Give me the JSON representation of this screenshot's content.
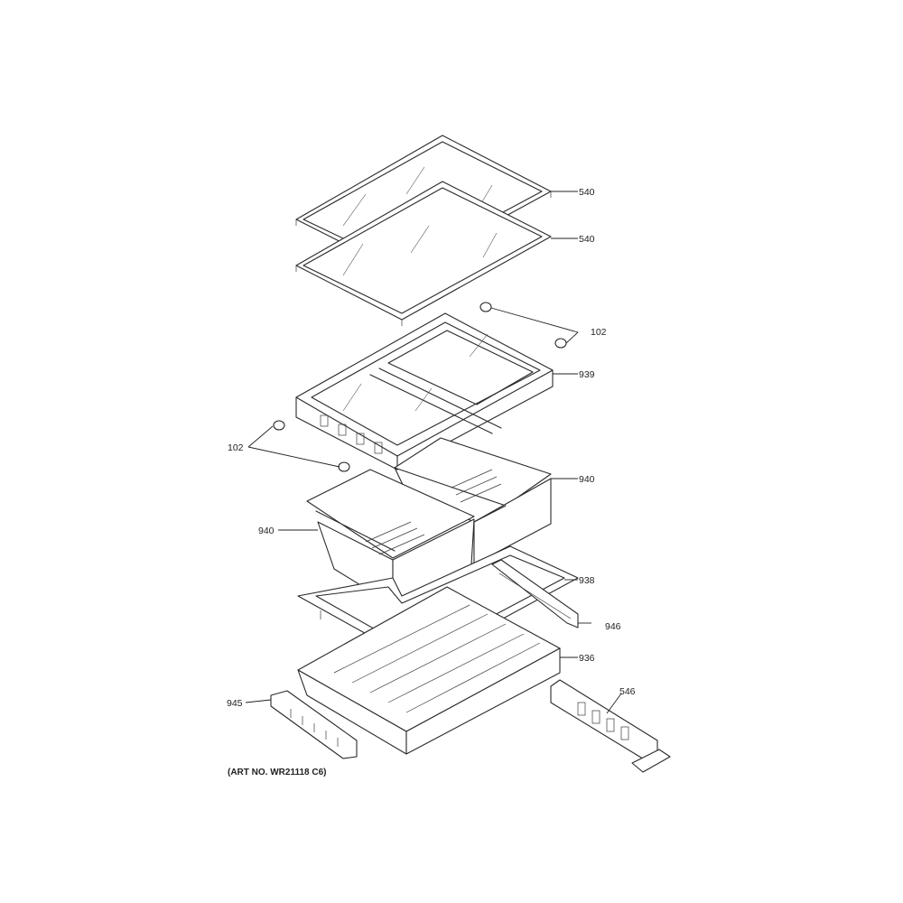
{
  "callouts": [
    {
      "id": "c540a",
      "label": "540"
    },
    {
      "id": "c540b",
      "label": "540"
    },
    {
      "id": "c102a",
      "label": "102"
    },
    {
      "id": "c939",
      "label": "939"
    },
    {
      "id": "c102b",
      "label": "102"
    },
    {
      "id": "c940a",
      "label": "940"
    },
    {
      "id": "c940b",
      "label": "940"
    },
    {
      "id": "c938",
      "label": "938"
    },
    {
      "id": "c946",
      "label": "946"
    },
    {
      "id": "c936",
      "label": "936"
    },
    {
      "id": "c945",
      "label": "945"
    },
    {
      "id": "c546",
      "label": "546"
    }
  ],
  "caption": "(ART NO. WR21118 C6)"
}
